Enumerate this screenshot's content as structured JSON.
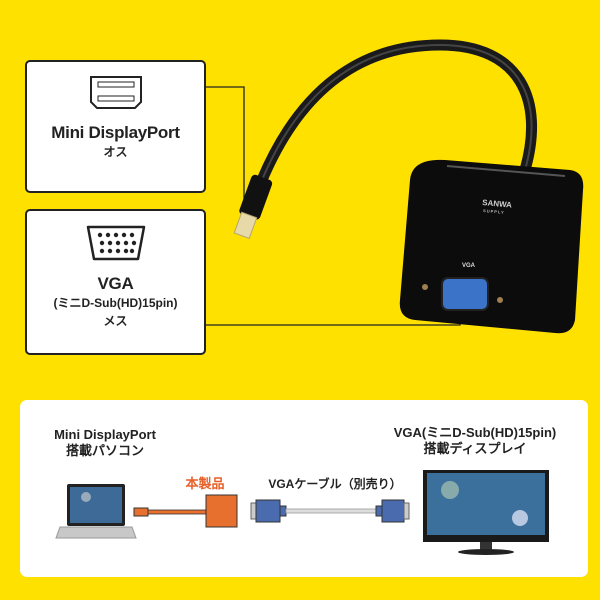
{
  "callouts": [
    {
      "icon": "mini-displayport-connector",
      "title": "Mini DisplayPort",
      "subtitle": "オス"
    },
    {
      "icon": "vga-connector",
      "title": "VGA",
      "subtitle": "(ミニD-Sub(HD)15pin)",
      "subtitle2": "メス"
    }
  ],
  "product": {
    "brand": "SANWA",
    "brand_sub": "SUPPLY",
    "port_label": "VGA"
  },
  "diagram": {
    "source_label": "Mini DisplayPort",
    "source_label2": "搭載パソコン",
    "product_label": "本製品",
    "cable_label": "VGAケーブル（別売り）",
    "display_label": "VGA(ミニD-Sub(HD)15pin)",
    "display_label2": "搭載ディスプレイ"
  },
  "colors": {
    "background": "#FFE100",
    "product_accent": "#E8702F",
    "vga_blue": "#4A6BAE"
  }
}
